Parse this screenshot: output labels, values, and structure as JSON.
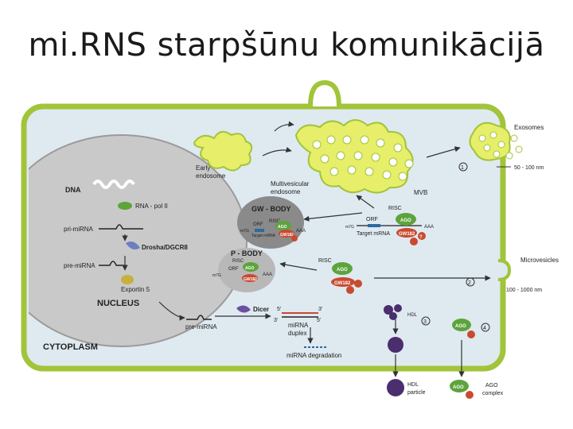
{
  "title": "mi.RNS starpšūnu komunikācijā",
  "labels": {
    "exosomes": "Exosomes",
    "size_exo": "50 - 100 nm",
    "num1": "1",
    "num2": "2",
    "num3": "3",
    "num4": "4",
    "early": "Early",
    "endosome": "endosome",
    "multi": "Multivesicular",
    "endosome2": "endosome",
    "mvb": "MVB",
    "dna": "DNA",
    "polII": "RNA - pol II",
    "primirna": "pri-miRNA",
    "drosha": "Drosha/DGCR8",
    "premirna": "pre-miRNA",
    "exportin": "Exportin 5",
    "nucleus": "NUCLEUS",
    "gwbody": "GW - BODY",
    "pbody": "P - BODY",
    "risc": "RISC",
    "orf": "ORF",
    "m7g": "m7G",
    "aaa": "AAA",
    "ago": "AGO",
    "gw182": "GW182",
    "q": "?",
    "target": "Target mRNA",
    "microvesicles": "Microvesicles",
    "size_mv": "100 - 1000 nm",
    "dicer": "Dicer",
    "five": "5'",
    "three": "3'",
    "duplex1": "miRNA",
    "duplex2": "duplex",
    "degradation": "miRNA degradation",
    "hdl": "HDL",
    "hdlparticle1": "HDL",
    "hdlparticle2": "particle",
    "agocomplex1": "AGO",
    "agocomplex2": "complex",
    "cytoplasm": "CYTOPLASM",
    "premirna2": "pre-miRNA"
  },
  "colors": {
    "cell_fill": "#dfe9f0",
    "cell_border": "#a2c43a",
    "nucleus_fill": "#c9c9c9",
    "vesicle": "#e6ee6a",
    "vesicle_inner": "#ffffff",
    "ago_green": "#5ca43b",
    "gw182_red": "#c94a2f",
    "hdl_purple": "#4a2e6e",
    "dicer_purple": "#6b4fa0",
    "gwbody_gray": "#8a8a8a",
    "pbody_gray": "#b8b8b8"
  }
}
